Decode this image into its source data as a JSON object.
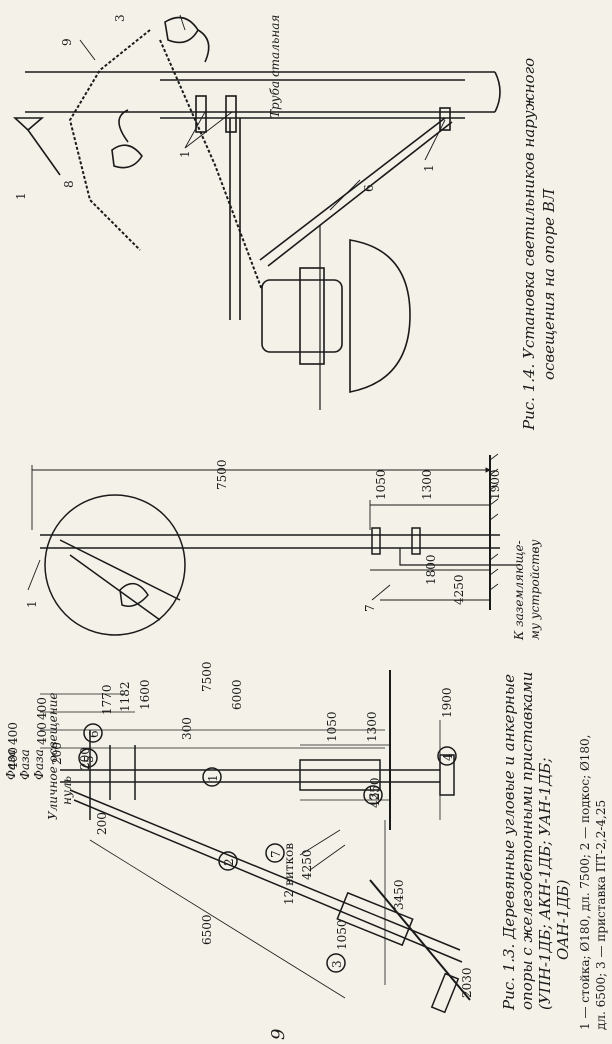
{
  "page_number": "9",
  "fig14": {
    "caption_line1": "Рис. 1.4. Установка светильников наружного",
    "caption_line2": "освещения на опоре ВЛ",
    "pipe_label": "Труба стальная",
    "callouts": [
      "1",
      "8",
      "9",
      "3",
      "1",
      "1",
      "6"
    ]
  },
  "fig_middle": {
    "dims": [
      "7500",
      "1050",
      "1300",
      "1900",
      "1800",
      "4250"
    ],
    "callouts": [
      "1",
      "7"
    ],
    "ground_note_line1": "К заземляюще-",
    "ground_note_line2": "му устройству"
  },
  "fig13": {
    "caption_line1": "Рис. 1.3. Деревянные угловые и анкерные",
    "caption_line2": "опоры с железобетонными приставками",
    "caption_line3": "(УПН-1ДБ; АКН-1ДБ; УАН-1ДБ;",
    "caption_line4": "ОАН-1ДБ)",
    "legend_line1": "1 — стойка; Ø180, дл. 7500; 2 — подкос; Ø180,",
    "legend_line2": "дл. 6500; 3 — приставка ПТ-2,2-4,25",
    "wire_labels": [
      "Фаза",
      "Фаза",
      "Фаза",
      "Уличное освещение",
      "нуль"
    ],
    "dims": [
      "400",
      "400",
      "400",
      "400",
      "200",
      "1770",
      "1182",
      "1600",
      "7500",
      "6000",
      "300",
      "1050",
      "1300",
      "1900",
      "4250",
      "3450",
      "6500",
      "4250",
      "1050",
      "2030",
      "200",
      "200"
    ],
    "callouts": [
      "6",
      "5",
      "1",
      "2",
      "7",
      "3",
      "3",
      "4"
    ],
    "turns_label": "12 витков"
  }
}
